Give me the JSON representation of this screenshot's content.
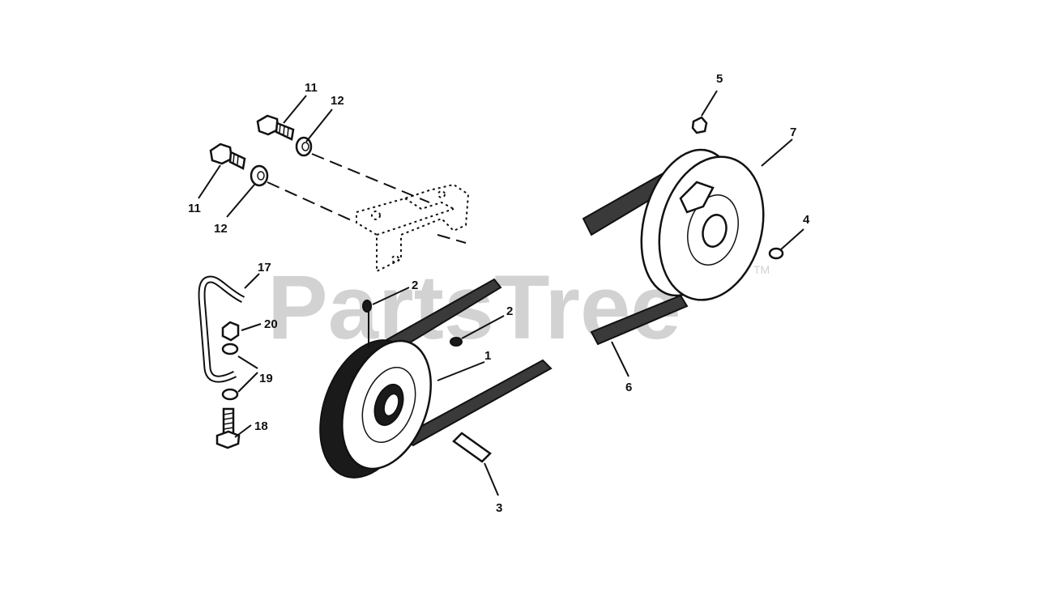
{
  "diagram": {
    "watermark": "PartsTree",
    "watermark_mark": "TM",
    "callouts": [
      {
        "id": "c11a",
        "text": "11"
      },
      {
        "id": "c12a",
        "text": "12"
      },
      {
        "id": "c11b",
        "text": "11"
      },
      {
        "id": "c12b",
        "text": "12"
      },
      {
        "id": "c17",
        "text": "17"
      },
      {
        "id": "c20",
        "text": "20"
      },
      {
        "id": "c19",
        "text": "19"
      },
      {
        "id": "c18",
        "text": "18"
      },
      {
        "id": "c2a",
        "text": "2"
      },
      {
        "id": "c2b",
        "text": "2"
      },
      {
        "id": "c1",
        "text": "1"
      },
      {
        "id": "c3",
        "text": "3"
      },
      {
        "id": "c5",
        "text": "5"
      },
      {
        "id": "c7",
        "text": "7"
      },
      {
        "id": "c4",
        "text": "4"
      },
      {
        "id": "c6",
        "text": "6"
      }
    ]
  }
}
